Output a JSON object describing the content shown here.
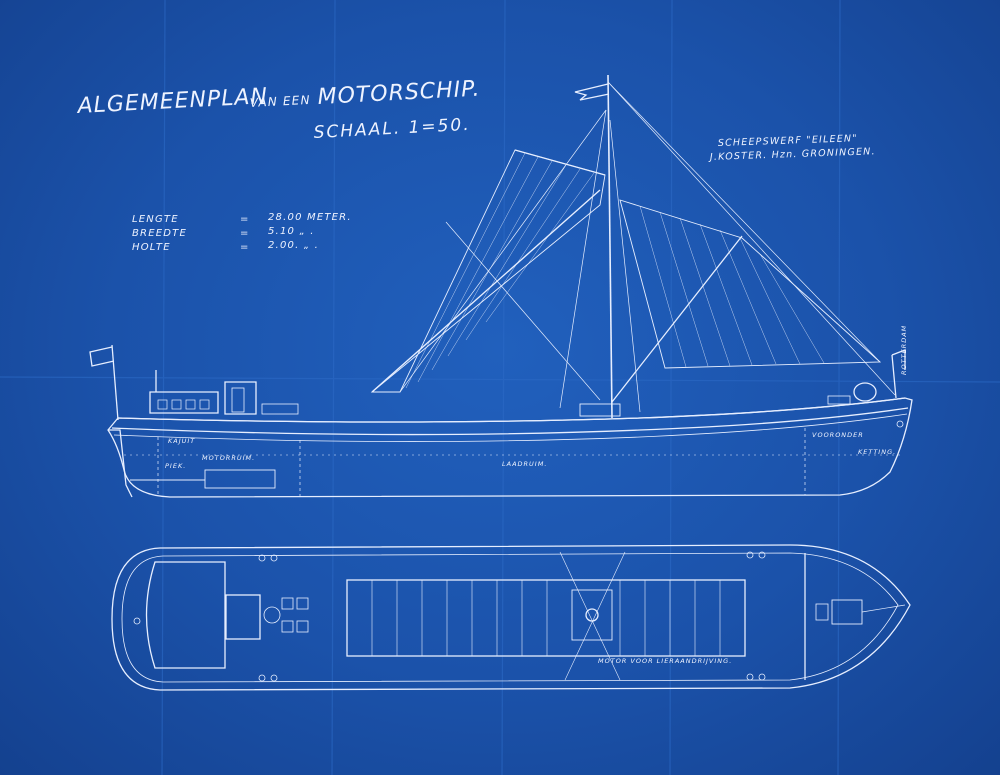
{
  "title": {
    "line1_a": "ALGEMEENPLAN",
    "line1_b": "VAN EEN",
    "line1_c": "MOTORSCHIP.",
    "scale": "SCHAAL. 1=50."
  },
  "shipyard": {
    "line1": "SCHEEPSWERF \"EILEEN\"",
    "line2": "J.KOSTER. Hzn. GRONINGEN."
  },
  "dimensions": [
    {
      "label": "LENGTE",
      "eq": "=",
      "value": "28.00 METER."
    },
    {
      "label": "BREEDTE",
      "eq": "=",
      "value": "5.10  „  ."
    },
    {
      "label": "HOLTE",
      "eq": "=",
      "value": "2.00.  „  ."
    }
  ],
  "profile_labels": {
    "roef": "KAJUIT",
    "piek": "PIEK.",
    "motorruim": "MOTORRUIM.",
    "laadruim": "LAADRUIM.",
    "vooronder": "VOORONDER",
    "kettingbak": "KETTING.",
    "stern_flag": "ROTTERDAM"
  },
  "plan_labels": {
    "winch": "MOTOR VOOR LIERAANDRIJVING."
  },
  "colors": {
    "paper": "#1b52aa",
    "line": "#e6eeff"
  }
}
